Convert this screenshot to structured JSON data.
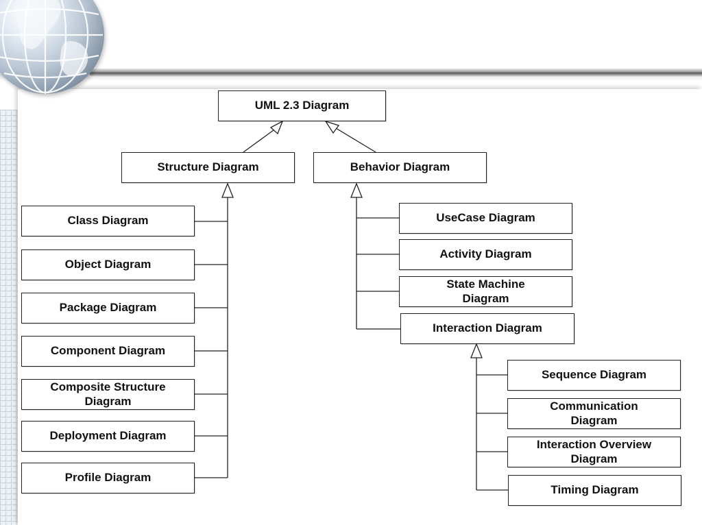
{
  "diagram": {
    "root": "UML 2.3 Diagram",
    "structure": {
      "label": "Structure Diagram",
      "children": [
        "Class Diagram",
        "Object Diagram",
        "Package Diagram",
        "Component Diagram",
        "Composite Structure Diagram",
        "Deployment Diagram",
        "Profile Diagram"
      ]
    },
    "behavior": {
      "label": "Behavior Diagram",
      "children": [
        "UseCase Diagram",
        "Activity Diagram",
        "State Machine Diagram",
        "Interaction Diagram"
      ]
    },
    "interaction": {
      "children": [
        "Sequence Diagram",
        "Communication Diagram",
        "Interaction Overview Diagram",
        "Timing Diagram"
      ]
    }
  }
}
